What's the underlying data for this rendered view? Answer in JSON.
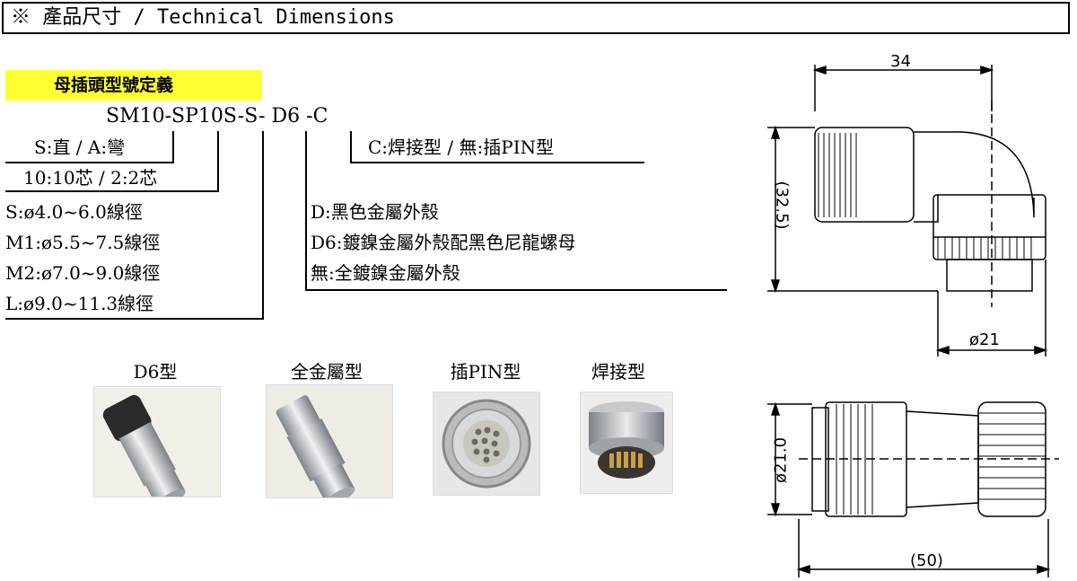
{
  "header": {
    "title": "※ 產品尺寸 / Technical Dimensions"
  },
  "definition": {
    "title": "母插頭型號定義",
    "model_code": "SM10-SP10S-S- D6 -C",
    "direction": "S:直 / A:彎",
    "cores": "10:10芯 / 2:2芯",
    "cable_sizes": [
      "S:ø4.0~6.0線徑",
      "M1:ø5.5~7.5線徑",
      "M2:ø7.0~9.0線徑",
      "L:ø9.0~11.3線徑"
    ],
    "terminal": "C:焊接型 / 無:插PIN型",
    "shell_options": [
      "D:黑色金屬外殼",
      "D6:鍍鎳金屬外殼配黑色尼龍螺母",
      "無:全鍍鎳金屬外殼"
    ]
  },
  "products": [
    {
      "label": "D6型",
      "icon": "connector-black-nut-photo"
    },
    {
      "label": "全金屬型",
      "icon": "connector-full-metal-photo"
    },
    {
      "label": "插PIN型",
      "icon": "connector-pin-face-photo"
    },
    {
      "label": "焊接型",
      "icon": "connector-solder-cup-photo"
    }
  ],
  "dimensions": {
    "top_width": "34",
    "height": "(32.5)",
    "diameter_top": "ø21",
    "diameter_side": "ø21.0",
    "length": "(50)"
  },
  "colors": {
    "highlight": "#ffff33",
    "line": "#000000"
  }
}
